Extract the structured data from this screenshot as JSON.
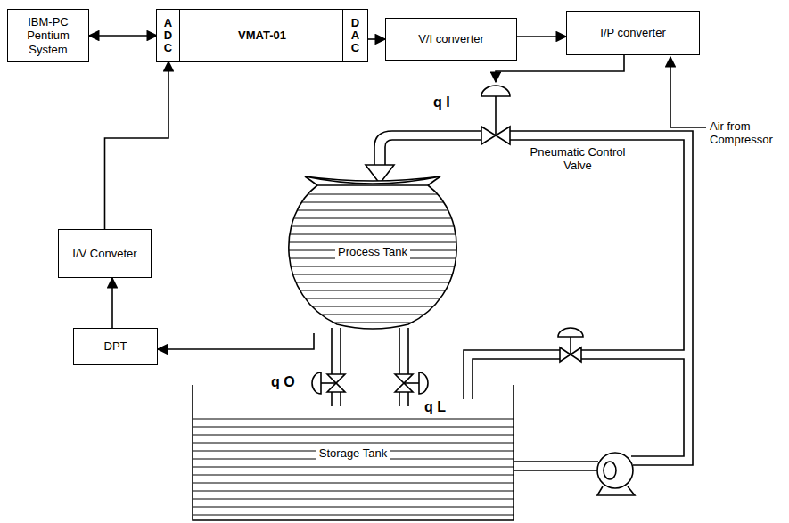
{
  "diagram": {
    "nodes": [
      {
        "text": [
          "IBM-PC Pentium System"
        ]
      },
      {
        "text": [
          "VMAT-01"
        ]
      },
      {
        "text": [
          "A D C"
        ],
        "in": 1
      },
      {
        "text": [
          "D A C"
        ],
        "in": 1
      },
      {
        "text": [
          "V/I converter"
        ]
      },
      {
        "text": [
          "I/P converter"
        ]
      },
      {
        "text": [
          "Process Tank"
        ]
      },
      {
        "text": [
          "Storage Tank"
        ]
      },
      {
        "text": [
          "DPT"
        ]
      },
      {
        "text": [
          "I/V Conveter"
        ]
      }
    ],
    "edges": [
      {
        "from": 0,
        "to": 2,
        "arrow": "both"
      },
      {
        "from": 3,
        "to": 4,
        "arrow": "to"
      },
      {
        "from": 4,
        "to": 5,
        "arrow": "to"
      },
      {
        "from": 6,
        "to": 8,
        "arrow": "to"
      },
      {
        "from": 8,
        "to": 9,
        "arrow": "to"
      },
      {
        "from": 9,
        "to": 2,
        "arrow": "to"
      }
    ],
    "labels": [
      "Air from Compressor",
      "q I",
      "Pneumatic Control Valve",
      "q O",
      "q L"
    ]
  }
}
